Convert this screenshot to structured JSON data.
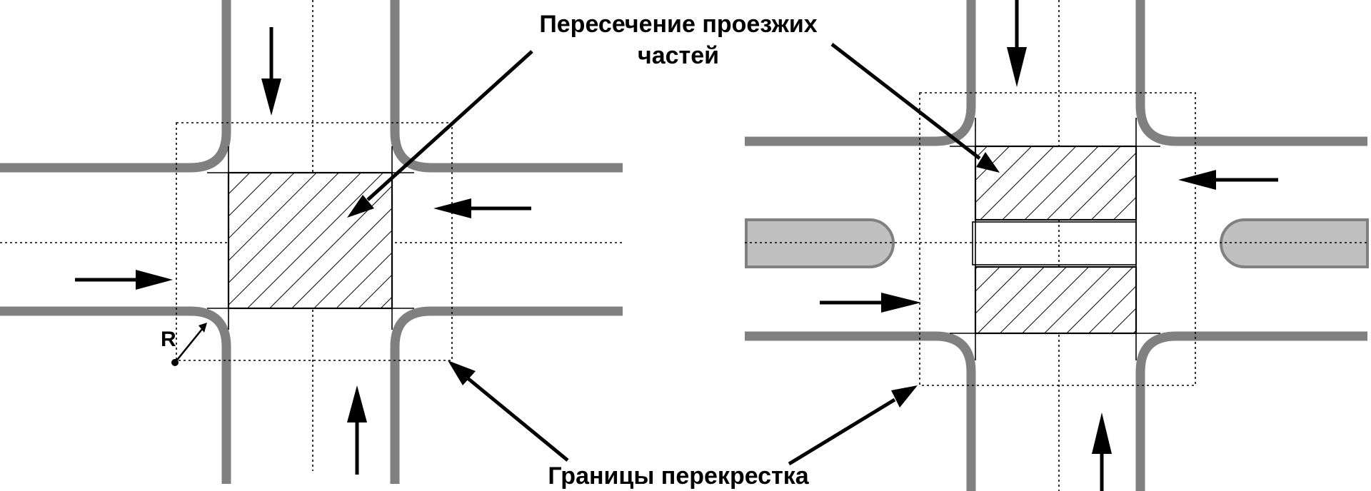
{
  "labels": {
    "carriageway_intersection": [
      "Пересечение проезжих",
      "частей"
    ],
    "intersection_boundaries": "Границы перекрестка",
    "radius": "R"
  }
}
